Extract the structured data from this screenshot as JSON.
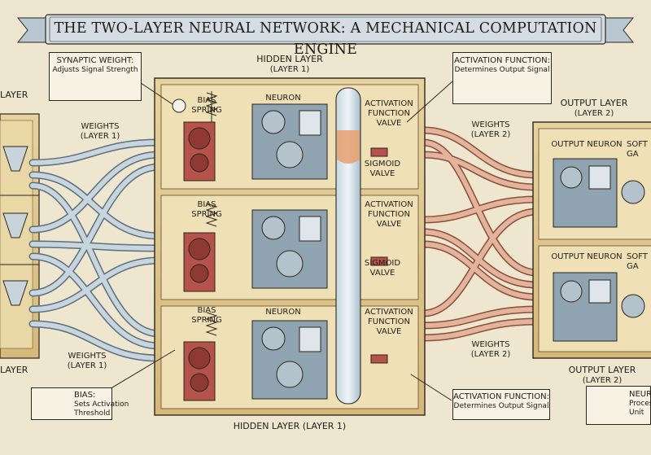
{
  "title": "THE TWO-LAYER NEURAL NETWORK: A MECHANICAL COMPUTATION ENGINE",
  "left_edge": {
    "top_label": "LAYER",
    "bottom_label": "LAYER"
  },
  "hidden_layer": {
    "top_title": "HIDDEN LAYER",
    "top_subtitle": "(LAYER 1)",
    "bottom_title": "HIDDEN LAYER (LAYER 1)",
    "rows": [
      {
        "bias": "BIAS\nSPRING",
        "neuron": "NEURON",
        "activation": "ACTIVATION\nFUNCTION\nVALVE",
        "sigmoid": "SIGMOID\nVALVE"
      },
      {
        "bias": "BIAS\nSPRING",
        "activation": "ACTIVATION\nFUNCTION\nVALVE",
        "sigmoid": "SIGMOID\nVALVE"
      },
      {
        "bias": "BIAS\nSPRING",
        "neuron": "NEURON",
        "activation": "ACTIVATION\nFUNCTION\nVALVE"
      }
    ]
  },
  "weights": {
    "layer1_top": "WEIGHTS\n(LAYER 1)",
    "layer1_bottom": "WEIGHTS\n(LAYER 1)",
    "layer2_top": "WEIGHTS\n(LAYER 2)",
    "layer2_bottom": "WEIGHTS\n(LAYER 2)"
  },
  "output_layer": {
    "top_title": "OUTPUT LAYER",
    "top_subtitle": "(LAYER 2)",
    "bottom_title": "OUTPUT LAYER",
    "bottom_subtitle": "(LAYER 2)",
    "neuron_top": "OUTPUT NEURON",
    "neuron_bottom": "OUTPUT NEURON",
    "softmax_top": "SOFT\nGA",
    "softmax_bottom": "SOFT\nGA"
  },
  "callouts": {
    "synaptic_weight": {
      "title": "SYNAPTIC WEIGHT:",
      "text": "Adjusts Signal Strength"
    },
    "activation_top": {
      "title": "ACTIVATION FUNCTION:",
      "text": "Determines Output Signal"
    },
    "activation_bottom": {
      "title": "ACTIVATION FUNCTION:",
      "text": "Determines Output Signal"
    },
    "bias": {
      "title": "BIAS:",
      "text": "Sets Activation\nThreshold"
    },
    "neuron": {
      "title": "NEUR",
      "text": "Proces\nUnit"
    }
  },
  "colors": {
    "paper": "#efe6cf",
    "cabinet": "#e2c98f",
    "pipe_left": "#b9cbd6",
    "pipe_right": "#d49a7e",
    "machine": "#8fa3b0",
    "bias_gear": "#b5534a",
    "fluid": "#e8a070"
  }
}
